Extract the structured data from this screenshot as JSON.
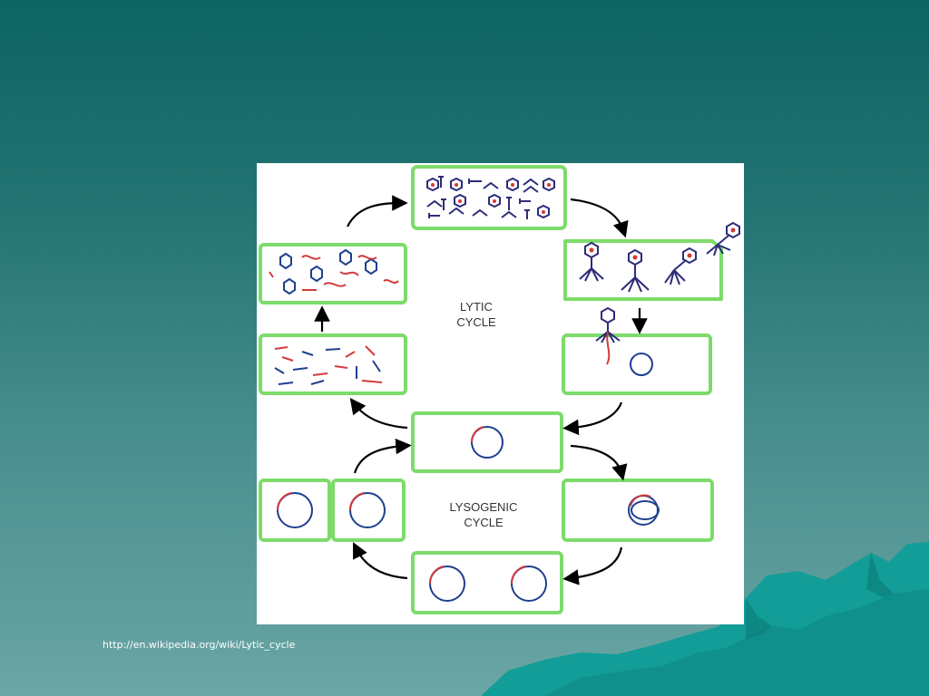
{
  "slide": {
    "source_url": "http://en.wikipedia.org/wiki/Lytic_cycle"
  },
  "diagram": {
    "lytic_label_line1": "LYTIC",
    "lytic_label_line2": "CYCLE",
    "lysogenic_label_line1": "LYSOGENIC",
    "lysogenic_label_line2": "CYCLE"
  },
  "colors": {
    "background_top": "#0d6463",
    "background_bottom": "#6aa6a5",
    "mountain": "#12a09b",
    "cell_border": "#7ddb6a",
    "phage_dna": "#d43a3a",
    "host_dna": "#1f3f8f",
    "phage_body": "#2c2c7a"
  }
}
